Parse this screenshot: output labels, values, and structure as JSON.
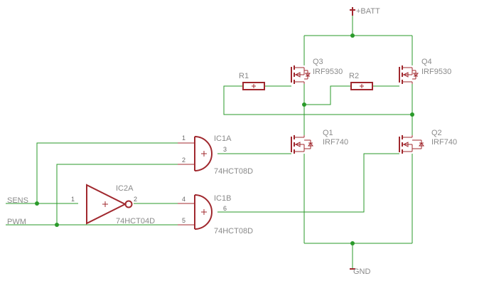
{
  "colors": {
    "wire": "#2a9a2a",
    "symbol": "#a0282e",
    "label": "#8a8a8a",
    "background": "#ffffff"
  },
  "nets": {
    "batt": "+BATT",
    "gnd": "GND",
    "sens": "SENS",
    "pwm": "PWM"
  },
  "resistors": {
    "r1": "R1",
    "r2": "R2"
  },
  "transistors": {
    "q1": {
      "name": "Q1",
      "value": "IRF740"
    },
    "q2": {
      "name": "Q2",
      "value": "IRF740"
    },
    "q3": {
      "name": "Q3",
      "value": "IRF9530"
    },
    "q4": {
      "name": "Q4",
      "value": "IRF9530"
    }
  },
  "gates": {
    "ic1a": {
      "name": "IC1A",
      "value": "74HCT08D",
      "pins": [
        "1",
        "2",
        "3"
      ]
    },
    "ic1b": {
      "name": "IC1B",
      "value": "74HCT08D",
      "pins": [
        "4",
        "5",
        "6"
      ]
    },
    "ic2a": {
      "name": "IC2A",
      "value": "74HCT04D",
      "pins": [
        "1",
        "2"
      ]
    }
  }
}
